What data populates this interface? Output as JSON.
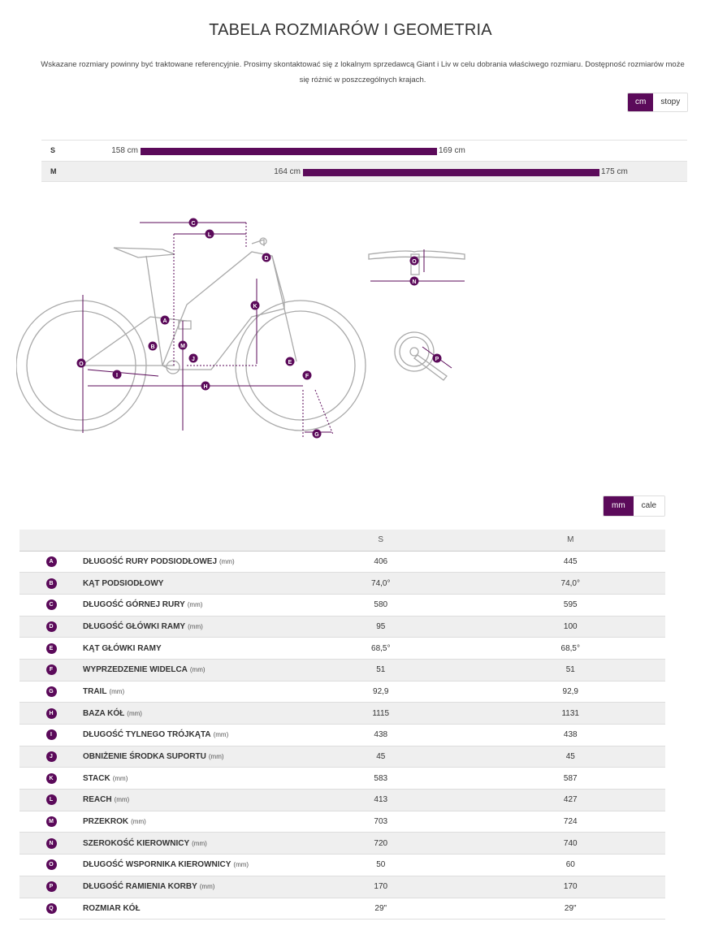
{
  "page": {
    "title": "TABELA ROZMIARÓW I GEOMETRIA",
    "intro": "Wskazane rozmiary powinny być traktowane referencyjnie. Prosimy skontaktować się z lokalnym sprzedawcą Giant i Liv w celu dobrania właściwego rozmiaru. Dostępność rozmiarów może się różnić w poszczególnych krajach."
  },
  "height_units": {
    "options": [
      "cm",
      "stopy"
    ],
    "selected": "cm"
  },
  "size_ranges": [
    {
      "size": "S",
      "min": 158,
      "max": 169,
      "min_label": "158 cm",
      "max_label": "169 cm"
    },
    {
      "size": "M",
      "min": 164,
      "max": 175,
      "min_label": "164 cm",
      "max_label": "175 cm"
    }
  ],
  "geometry_units": {
    "options": [
      "mm",
      "cale"
    ],
    "selected": "mm"
  },
  "diagram_letters": [
    "A",
    "B",
    "C",
    "D",
    "E",
    "F",
    "G",
    "H",
    "I",
    "J",
    "K",
    "L",
    "M",
    "N",
    "O",
    "P"
  ],
  "table": {
    "columns": [
      "S",
      "M"
    ],
    "rows": [
      {
        "letter": "A",
        "name": "DŁUGOŚĆ RURY PODSIODŁOWEJ",
        "unit": "(mm)",
        "values": [
          "406",
          "445"
        ]
      },
      {
        "letter": "B",
        "name": "KĄT PODSIODŁOWY",
        "unit": "",
        "values": [
          "74,0°",
          "74,0°"
        ]
      },
      {
        "letter": "C",
        "name": "DŁUGOŚĆ GÓRNEJ RURY",
        "unit": "(mm)",
        "values": [
          "580",
          "595"
        ]
      },
      {
        "letter": "D",
        "name": "DŁUGOŚĆ GŁÓWKI RAMY",
        "unit": "(mm)",
        "values": [
          "95",
          "100"
        ]
      },
      {
        "letter": "E",
        "name": "KĄT GŁÓWKI RAMY",
        "unit": "",
        "values": [
          "68,5°",
          "68,5°"
        ]
      },
      {
        "letter": "F",
        "name": "WYPRZEDZENIE WIDELCA",
        "unit": "(mm)",
        "values": [
          "51",
          "51"
        ]
      },
      {
        "letter": "G",
        "name": "TRAIL",
        "unit": "(mm)",
        "values": [
          "92,9",
          "92,9"
        ]
      },
      {
        "letter": "H",
        "name": "BAZA KÓŁ",
        "unit": "(mm)",
        "values": [
          "1115",
          "1131"
        ]
      },
      {
        "letter": "I",
        "name": "DŁUGOŚĆ TYLNEGO TRÓJKĄTA",
        "unit": "(mm)",
        "values": [
          "438",
          "438"
        ]
      },
      {
        "letter": "J",
        "name": "OBNIŻENIE ŚRODKA SUPORTU",
        "unit": "(mm)",
        "values": [
          "45",
          "45"
        ]
      },
      {
        "letter": "K",
        "name": "STACK",
        "unit": "(mm)",
        "values": [
          "583",
          "587"
        ]
      },
      {
        "letter": "L",
        "name": "REACH",
        "unit": "(mm)",
        "values": [
          "413",
          "427"
        ]
      },
      {
        "letter": "M",
        "name": "PRZEKROK",
        "unit": "(mm)",
        "values": [
          "703",
          "724"
        ]
      },
      {
        "letter": "N",
        "name": "SZEROKOŚĆ KIEROWNICY",
        "unit": "(mm)",
        "values": [
          "720",
          "740"
        ]
      },
      {
        "letter": "O",
        "name": "DŁUGOŚĆ WSPORNIKA KIEROWNICY",
        "unit": "(mm)",
        "values": [
          "50",
          "60"
        ]
      },
      {
        "letter": "P",
        "name": "DŁUGOŚĆ RAMIENIA KORBY",
        "unit": "(mm)",
        "values": [
          "170",
          "170"
        ]
      },
      {
        "letter": "Q",
        "name": "ROZMIAR KÓŁ",
        "unit": "",
        "values": [
          "29\"",
          "29\""
        ]
      }
    ]
  },
  "colors": {
    "accent": "#5b0a5a",
    "row_alt": "#efefef"
  }
}
